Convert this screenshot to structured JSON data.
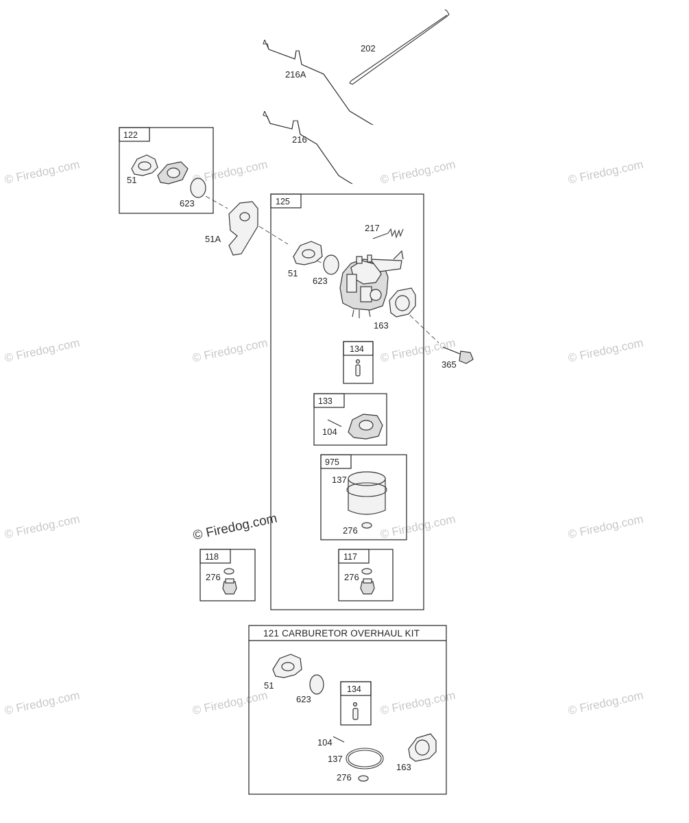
{
  "watermark": {
    "text": "© Firedog.com",
    "color": "#c8c8c8"
  },
  "rods": {
    "r202": "202",
    "r216a": "216A",
    "r216": "216"
  },
  "group122": {
    "number": "122",
    "gasket": "51",
    "oring": "623"
  },
  "plate": {
    "label": "51A"
  },
  "group125": {
    "number": "125",
    "spring": "217",
    "gasket": "51",
    "oring": "623",
    "rear_gasket": "163",
    "bolt": "365",
    "group134": {
      "number": "134"
    },
    "group133": {
      "number": "133",
      "pin": "104"
    },
    "group975": {
      "number": "975",
      "bowl": "137",
      "seal": "276"
    },
    "group117": {
      "number": "117",
      "seal": "276"
    }
  },
  "group118": {
    "number": "118",
    "seal": "276"
  },
  "kit121": {
    "title": "121 CARBURETOR OVERHAUL KIT",
    "gasket": "51",
    "oring": "623",
    "box134": "134",
    "pin": "104",
    "bowl_ring": "137",
    "seal": "276",
    "rear_gasket": "163"
  }
}
